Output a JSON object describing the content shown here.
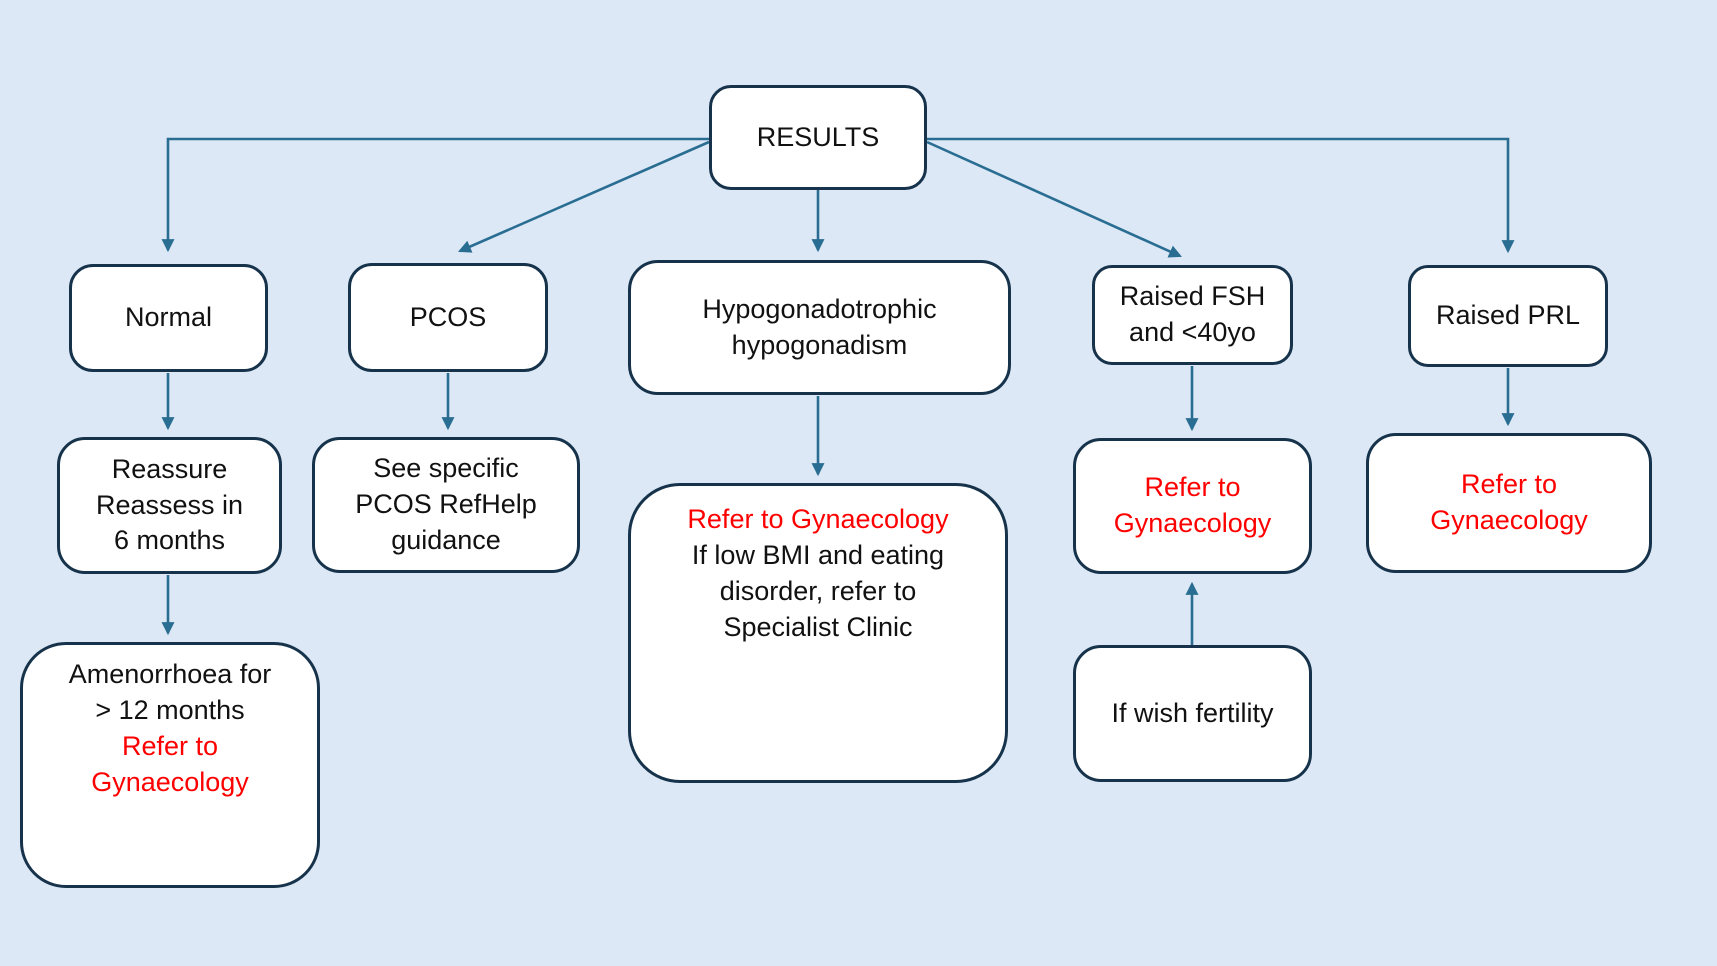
{
  "colors": {
    "bg": "#dce8f5",
    "node_fill": "#ffffff",
    "node_border": "#16334b",
    "arrow": "#2a6d92",
    "text": "#111111",
    "referral": "#ff0000"
  },
  "nodes": {
    "results": {
      "label": "RESULTS"
    },
    "normal": {
      "label": "Normal"
    },
    "pcos": {
      "label": "PCOS"
    },
    "hypogonadotrophic": {
      "label": "Hypogonadotrophic\nhypogonadism"
    },
    "raised_fsh": {
      "label": "Raised FSH\nand <40yo"
    },
    "raised_prl": {
      "label": "Raised PRL"
    },
    "reassure": {
      "label": "Reassure\nReassess in\n6 months"
    },
    "pcos_guidance": {
      "label": "See specific\nPCOS RefHelp\nguidance"
    },
    "amenorrhoea": {
      "label": "Amenorrhoea for\n> 12 months",
      "referral": "Refer to\nGynaecology"
    },
    "hypo_referral": {
      "referral": "Refer to Gynaecology",
      "label": "If low BMI and eating\ndisorder, refer to\nSpecialist Clinic"
    },
    "fsh_referral": {
      "referral": "Refer to\nGynaecology"
    },
    "if_wish_fertility": {
      "label": "If wish fertility"
    },
    "prl_referral": {
      "referral": "Refer to\nGynaecology"
    }
  }
}
